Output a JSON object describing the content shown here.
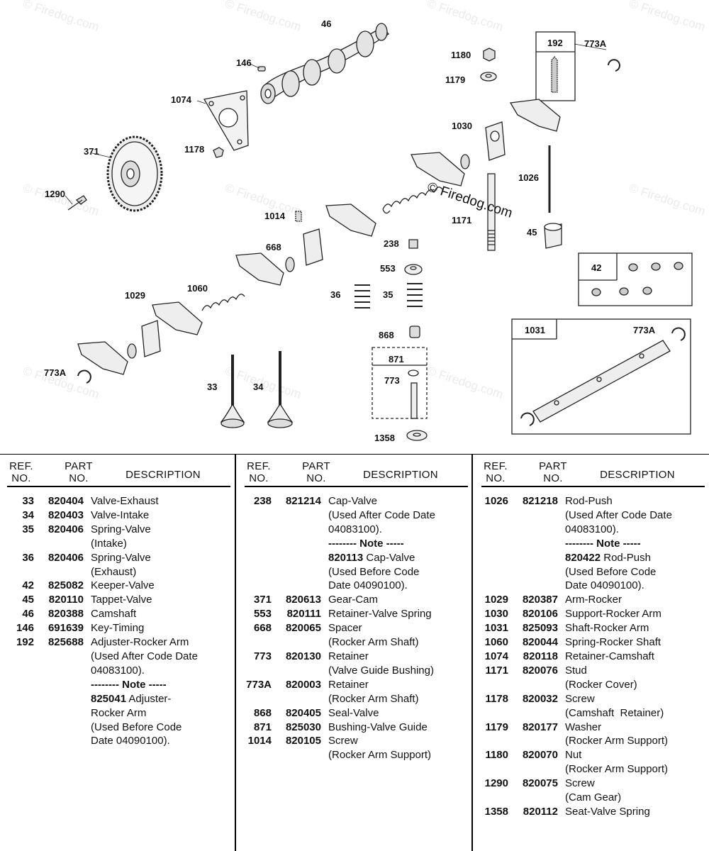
{
  "watermark": "© Firedog.com",
  "callouts": [
    {
      "id": "c46",
      "text": "46"
    },
    {
      "id": "c146",
      "text": "146"
    },
    {
      "id": "c1074",
      "text": "1074"
    },
    {
      "id": "c371",
      "text": "371"
    },
    {
      "id": "c1178",
      "text": "1178"
    },
    {
      "id": "c1290",
      "text": "1290"
    },
    {
      "id": "c192",
      "text": "192"
    },
    {
      "id": "c773a1",
      "text": "773A"
    },
    {
      "id": "c1180",
      "text": "1180"
    },
    {
      "id": "c1179",
      "text": "1179"
    },
    {
      "id": "c1030",
      "text": "1030"
    },
    {
      "id": "c1026",
      "text": "1026"
    },
    {
      "id": "c1014",
      "text": "1014"
    },
    {
      "id": "c1171",
      "text": "1171"
    },
    {
      "id": "c45",
      "text": "45"
    },
    {
      "id": "c668",
      "text": "668"
    },
    {
      "id": "c238",
      "text": "238"
    },
    {
      "id": "c553",
      "text": "553"
    },
    {
      "id": "c42",
      "text": "42"
    },
    {
      "id": "c36",
      "text": "36"
    },
    {
      "id": "c35",
      "text": "35"
    },
    {
      "id": "c1060",
      "text": "1060"
    },
    {
      "id": "c1029",
      "text": "1029"
    },
    {
      "id": "c868",
      "text": "868"
    },
    {
      "id": "c871",
      "text": "871"
    },
    {
      "id": "c773",
      "text": "773"
    },
    {
      "id": "c1031",
      "text": "1031"
    },
    {
      "id": "c773a2",
      "text": "773A"
    },
    {
      "id": "c773a3",
      "text": "773A"
    },
    {
      "id": "c33",
      "text": "33"
    },
    {
      "id": "c34",
      "text": "34"
    },
    {
      "id": "c1358",
      "text": "1358"
    }
  ],
  "table": {
    "headers": {
      "ref": "REF.\nNO.",
      "part": "PART\nNO.",
      "description": "DESCRIPTION"
    },
    "columns": [
      [
        {
          "ref": "33",
          "part": "820404",
          "desc": "Valve-Exhaust"
        },
        {
          "ref": "34",
          "part": "820403",
          "desc": "Valve-Intake"
        },
        {
          "ref": "35",
          "part": "820406",
          "desc": "Spring-Valve"
        },
        {
          "ref": "",
          "part": "",
          "desc": "(Intake)"
        },
        {
          "ref": "36",
          "part": "820406",
          "desc": "Spring-Valve"
        },
        {
          "ref": "",
          "part": "",
          "desc": "(Exhaust)"
        },
        {
          "ref": "42",
          "part": "825082",
          "desc": "Keeper-Valve"
        },
        {
          "ref": "45",
          "part": "820110",
          "desc": "Tappet-Valve"
        },
        {
          "ref": "46",
          "part": "820388",
          "desc": "Camshaft"
        },
        {
          "ref": "146",
          "part": "691639",
          "desc": "Key-Timing"
        },
        {
          "ref": "192",
          "part": "825688",
          "desc": "Adjuster-Rocker Arm"
        },
        {
          "ref": "",
          "part": "",
          "desc": "(Used After Code Date"
        },
        {
          "ref": "",
          "part": "",
          "desc": "04083100)."
        },
        {
          "ref": "",
          "part": "",
          "desc": "-------- Note -----",
          "note": true
        },
        {
          "ref": "",
          "part": "",
          "desc": "825041 Adjuster-",
          "note": true,
          "mixed": "825041"
        },
        {
          "ref": "",
          "part": "",
          "desc": "Rocker Arm"
        },
        {
          "ref": "",
          "part": "",
          "desc": "(Used Before Code"
        },
        {
          "ref": "",
          "part": "",
          "desc": "Date 04090100)."
        }
      ],
      [
        {
          "ref": "238",
          "part": "821214",
          "desc": "Cap-Valve"
        },
        {
          "ref": "",
          "part": "",
          "desc": "(Used After Code Date"
        },
        {
          "ref": "",
          "part": "",
          "desc": "04083100)."
        },
        {
          "ref": "",
          "part": "",
          "desc": "-------- Note -----",
          "note": true
        },
        {
          "ref": "",
          "part": "",
          "desc": "820113 Cap-Valve",
          "mixed": "820113"
        },
        {
          "ref": "",
          "part": "",
          "desc": "(Used Before Code"
        },
        {
          "ref": "",
          "part": "",
          "desc": "Date 04090100)."
        },
        {
          "ref": "371",
          "part": "820613",
          "desc": "Gear-Cam"
        },
        {
          "ref": "553",
          "part": "820111",
          "desc": "Retainer-Valve Spring"
        },
        {
          "ref": "668",
          "part": "820065",
          "desc": "Spacer"
        },
        {
          "ref": "",
          "part": "",
          "desc": "(Rocker Arm Shaft)"
        },
        {
          "ref": "773",
          "part": "820130",
          "desc": "Retainer"
        },
        {
          "ref": "",
          "part": "",
          "desc": "(Valve Guide Bushing)"
        },
        {
          "ref": "773A",
          "part": "820003",
          "desc": "Retainer"
        },
        {
          "ref": "",
          "part": "",
          "desc": "(Rocker Arm Shaft)"
        },
        {
          "ref": "868",
          "part": "820405",
          "desc": "Seal-Valve"
        },
        {
          "ref": "871",
          "part": "825030",
          "desc": "Bushing-Valve Guide"
        },
        {
          "ref": "1014",
          "part": "820105",
          "desc": "Screw"
        },
        {
          "ref": "",
          "part": "",
          "desc": "(Rocker Arm Support)"
        }
      ],
      [
        {
          "ref": "1026",
          "part": "821218",
          "desc": "Rod-Push"
        },
        {
          "ref": "",
          "part": "",
          "desc": "(Used After Code Date"
        },
        {
          "ref": "",
          "part": "",
          "desc": "04083100)."
        },
        {
          "ref": "",
          "part": "",
          "desc": "-------- Note -----",
          "note": true
        },
        {
          "ref": "",
          "part": "",
          "desc": "820422 Rod-Push",
          "mixed": "820422"
        },
        {
          "ref": "",
          "part": "",
          "desc": "(Used Before Code"
        },
        {
          "ref": "",
          "part": "",
          "desc": "Date 04090100)."
        },
        {
          "ref": "1029",
          "part": "820387",
          "desc": "Arm-Rocker"
        },
        {
          "ref": "1030",
          "part": "820106",
          "desc": "Support-Rocker Arm"
        },
        {
          "ref": "1031",
          "part": "825093",
          "desc": "Shaft-Rocker Arm"
        },
        {
          "ref": "1060",
          "part": "820044",
          "desc": "Spring-Rocker Shaft"
        },
        {
          "ref": "1074",
          "part": "820118",
          "desc": "Retainer-Camshaft"
        },
        {
          "ref": "1171",
          "part": "820076",
          "desc": "Stud"
        },
        {
          "ref": "",
          "part": "",
          "desc": "(Rocker Cover)"
        },
        {
          "ref": "1178",
          "part": "820032",
          "desc": "Screw"
        },
        {
          "ref": "",
          "part": "",
          "desc": "(Camshaft  Retainer)"
        },
        {
          "ref": "1179",
          "part": "820177",
          "desc": "Washer"
        },
        {
          "ref": "",
          "part": "",
          "desc": "(Rocker Arm Support)"
        },
        {
          "ref": "1180",
          "part": "820070",
          "desc": "Nut"
        },
        {
          "ref": "",
          "part": "",
          "desc": "(Rocker Arm Support)"
        },
        {
          "ref": "1290",
          "part": "820075",
          "desc": "Screw"
        },
        {
          "ref": "",
          "part": "",
          "desc": "(Cam Gear)"
        },
        {
          "ref": "1358",
          "part": "820112",
          "desc": "Seat-Valve Spring"
        }
      ]
    ]
  }
}
